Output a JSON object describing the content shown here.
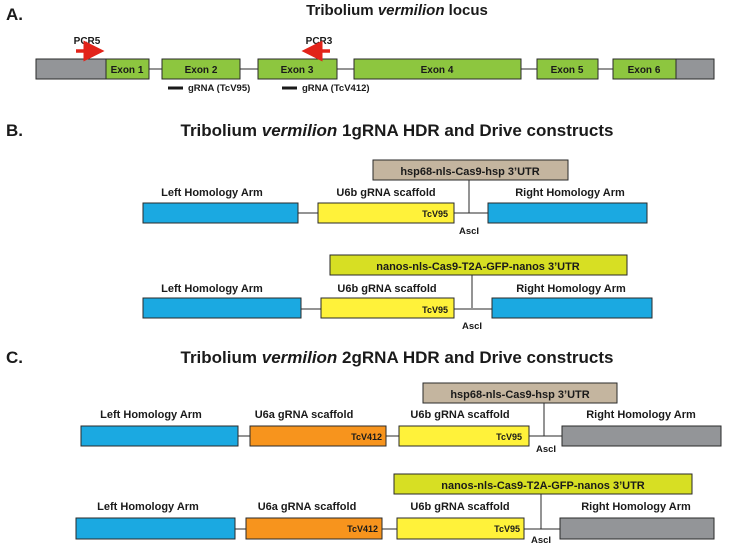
{
  "colors": {
    "exon": "#8dc63f",
    "utr": "#939598",
    "arm": "#1ba9e1",
    "scaffold_b": "#fff23a",
    "scaffold_a": "#f7941d",
    "cas9_hsp": "#c4b59f",
    "cas9_nanos": "#d7df23",
    "right_arm_grey": "#939598",
    "primer": "#e2231a"
  },
  "panel_a": {
    "letter": "A.",
    "title_prefix": "Tribolium ",
    "title_italic": "vermilion",
    "title_suffix": " locus",
    "exons": [
      "Exon 1",
      "Exon 2",
      "Exon 3",
      "Exon 4",
      "Exon 5",
      "Exon 6"
    ],
    "primers": [
      "PCR5",
      "PCR3"
    ],
    "grnas": [
      "gRNA (TcV95)",
      "gRNA (TcV412)"
    ]
  },
  "panel_b": {
    "letter": "B.",
    "title_prefix": "Tribolium ",
    "title_italic": "vermilion",
    "title_suffix": " 1gRNA HDR and Drive constructs",
    "constructs": [
      {
        "cas9": "hsp68-nls-Cas9-hsp 3’UTR",
        "left_arm": "Left Homology Arm",
        "scaffold_b": "U6b gRNA scaffold",
        "scaffold_b_target": "TcV95",
        "site": "AscI",
        "right_arm": "Right Homology Arm"
      },
      {
        "cas9": "nanos-nls-Cas9-T2A-GFP-nanos 3’UTR",
        "left_arm": "Left Homology Arm",
        "scaffold_b": "U6b gRNA scaffold",
        "scaffold_b_target": "TcV95",
        "site": "AscI",
        "right_arm": "Right Homology Arm"
      }
    ]
  },
  "panel_c": {
    "letter": "C.",
    "title_prefix": "Tribolium ",
    "title_italic": "vermilion",
    "title_suffix": " 2gRNA HDR and Drive constructs",
    "constructs": [
      {
        "cas9": "hsp68-nls-Cas9-hsp 3’UTR",
        "left_arm": "Left Homology Arm",
        "scaffold_a": "U6a gRNA scaffold",
        "scaffold_a_target": "TcV412",
        "scaffold_b": "U6b gRNA scaffold",
        "scaffold_b_target": "TcV95",
        "site": "AscI",
        "right_arm": "Right Homology Arm"
      },
      {
        "cas9": "nanos-nls-Cas9-T2A-GFP-nanos 3’UTR",
        "left_arm": "Left Homology Arm",
        "scaffold_a": "U6a gRNA scaffold",
        "scaffold_a_target": "TcV412",
        "scaffold_b": "U6b gRNA scaffold",
        "scaffold_b_target": "TcV95",
        "site": "AscI",
        "right_arm": "Right Homology Arm"
      }
    ]
  }
}
